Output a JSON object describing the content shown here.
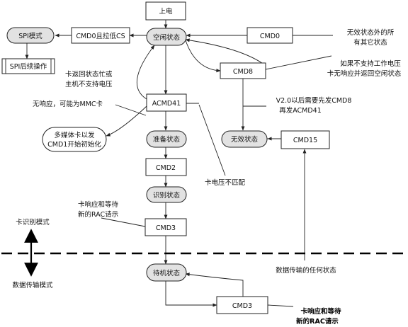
{
  "nodes": {
    "power_on": "上电",
    "idle_state": "空闲状态",
    "spi_mode": "SPI模式",
    "cmd0_cs_low": "CMD0且拉低CS",
    "cmd0": "CMD0",
    "spi_ops": "SPI后续操作",
    "cmd8": "CMD8",
    "acmd41": "ACMD41",
    "mmc_init": [
      "多媒体卡以发",
      "CMD1开始初始化"
    ],
    "ready_state": "准备状态",
    "inactive_state": "无效状态",
    "cmd15": "CMD15",
    "cmd2": "CMD2",
    "ident_state": "识别状态",
    "cmd3_a": "CMD3",
    "standby_state": "待机状态",
    "cmd3_b": "CMD3"
  },
  "notes": {
    "cmd0_any": [
      "无效状态外的所",
      "有其它状态"
    ],
    "cmd8_unsupported": [
      "如果不支持工作电压",
      "卡无响应并返回空闲状态"
    ],
    "card_busy": [
      "卡返回状态忙或",
      "主机不支持电压"
    ],
    "v2_note": [
      "V2.0以后需要先发CMD8",
      "再发ACMD41"
    ],
    "no_response_mmc": "无响应，可能为MMC卡",
    "voltage_mismatch": "卡电压不匹配",
    "rca_a": [
      "卡响应和等待",
      "新的RAC请示"
    ],
    "rca_b": [
      "卡响应和等待",
      "新的RAC请示"
    ],
    "any_data_state": "数据传输的任何状态",
    "card_id_mode": "卡识别模式",
    "data_transfer_mode": "数据传输模式"
  }
}
